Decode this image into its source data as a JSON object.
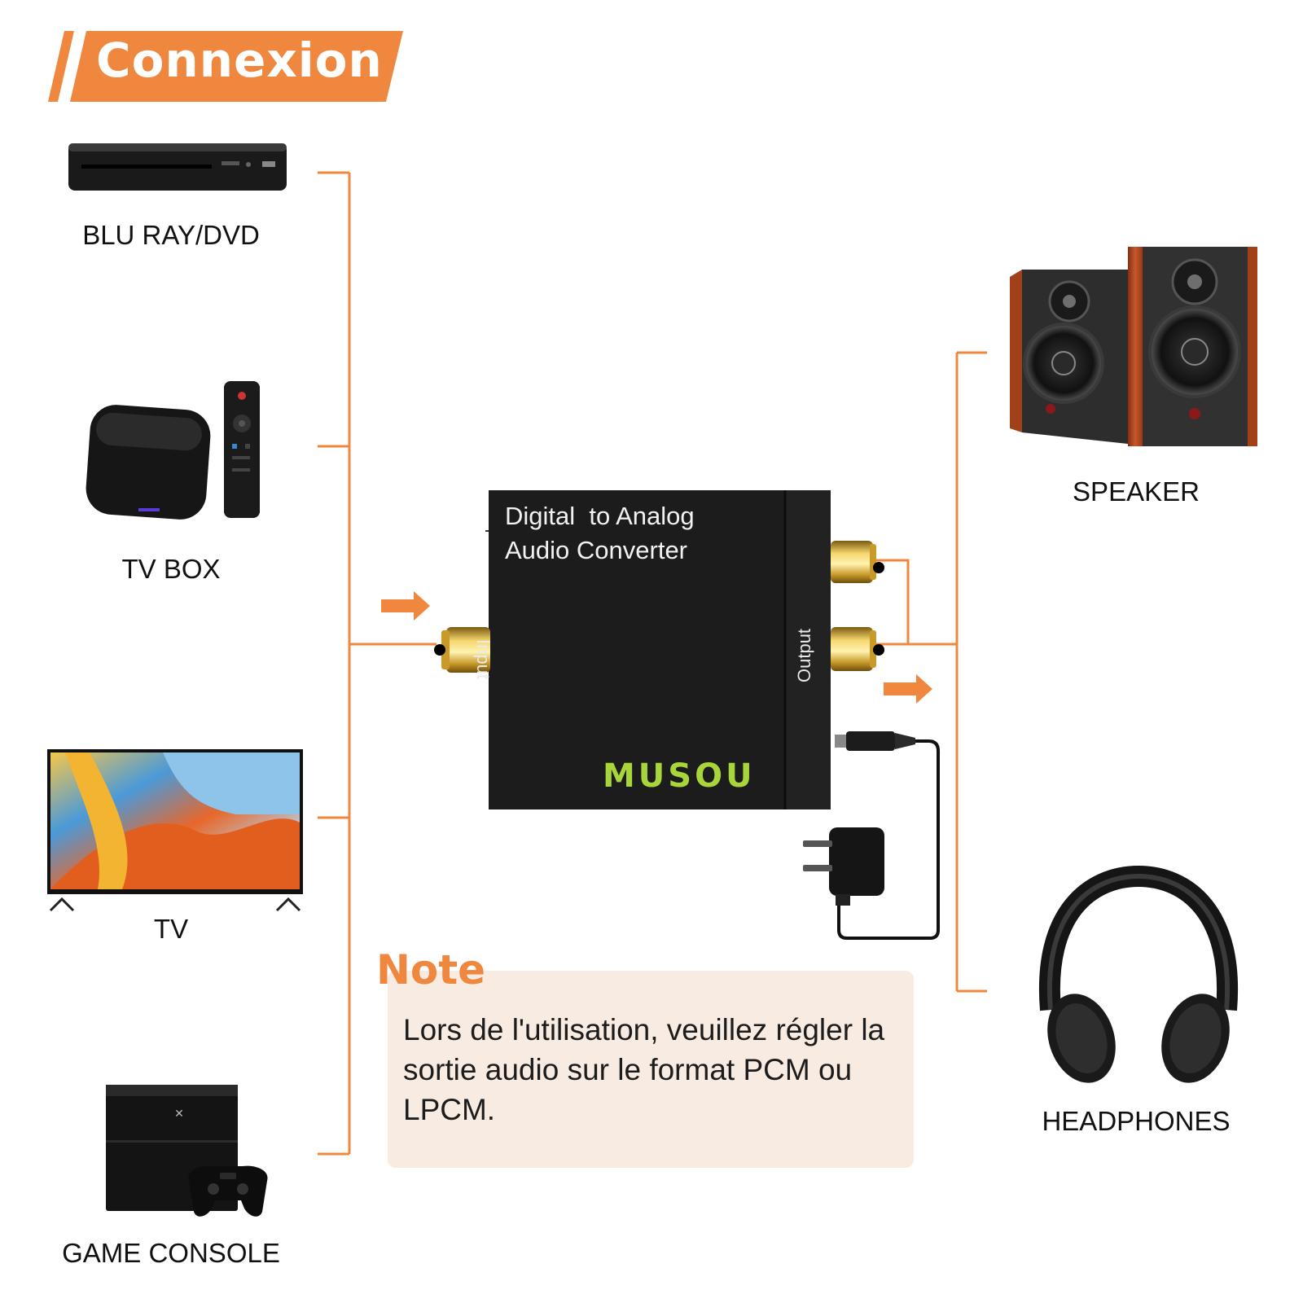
{
  "header": {
    "title": "Connexion"
  },
  "colors": {
    "accent": "#f0873f",
    "note_bg": "#f8ebe2",
    "brand_green": "#a8d63a",
    "device_black": "#1c1c1c"
  },
  "sources": [
    {
      "label": "BLU RAY/DVD",
      "icon": "blu-ray-player-icon"
    },
    {
      "label": "TV BOX",
      "icon": "tv-box-icon"
    },
    {
      "label": "TV",
      "icon": "television-icon"
    },
    {
      "label": "GAME CONSOLE",
      "icon": "game-console-icon"
    }
  ],
  "outputs": [
    {
      "label": "SPEAKER",
      "icon": "speakers-icon"
    },
    {
      "label": "HEADPHONES",
      "icon": "headphones-icon"
    }
  ],
  "converter": {
    "title_line1": "Digital  to Analog",
    "title_line2": "Audio Converter",
    "input_label": "Input",
    "output_label": "Output",
    "brand": "MUSOU"
  },
  "note": {
    "title": "Note",
    "text": "Lors de l'utilisation, veuillez régler la sortie audio sur le format PCM ou LPCM."
  }
}
